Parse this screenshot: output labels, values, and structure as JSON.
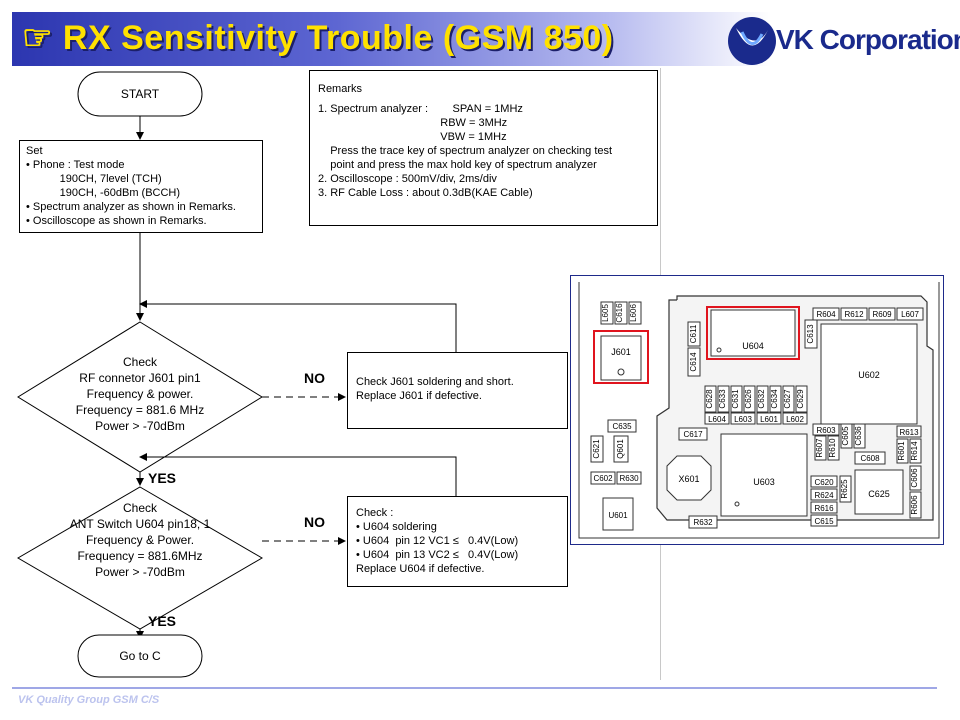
{
  "title": "☞ RX Sensitivity Trouble (GSM 850)",
  "logo_text": "VK Corporation",
  "footer": "VK Quality Group GSM C/S",
  "flow": {
    "start": "START",
    "set_lines": [
      "Set",
      "• Phone : Test mode",
      "           190CH, 7level (TCH)",
      "           190CH, -60dBm (BCCH)",
      "• Spectrum analyzer as shown in Remarks.",
      "• Oscilloscope as shown in Remarks."
    ],
    "decision1": [
      "Check",
      "RF connetor J601 pin1",
      "Frequency & power.",
      "Frequency = 881.6 MHz",
      "Power > -70dBm"
    ],
    "decision2": [
      "Check",
      "ANT Switch U604 pin18, 1",
      "Frequency & Power.",
      "Frequency = 881.6MHz",
      "Power > -70dBm"
    ],
    "no_label": "NO",
    "yes_label": "YES",
    "check1_lines": [
      "Check J601 soldering and short.",
      "Replace J601 if defective."
    ],
    "check2_lines": [
      "Check :",
      "• U604 soldering",
      "• U604  pin 12 VC1 ≤   0.4V(Low)",
      "• U604  pin 13 VC2 ≤   0.4V(Low)",
      "Replace U604 if defective."
    ],
    "end": "Go to C"
  },
  "remarks": {
    "lines": [
      "Remarks",
      "",
      "1. Spectrum analyzer :        SPAN = 1MHz",
      "                                        RBW = 3MHz",
      "                                        VBW = 1MHz",
      "    Press the trace key of spectrum analyzer on checking test",
      "    point and press the max hold key of spectrum analyzer",
      "2. Oscilloscope : 500mV/div, 2ms/div",
      "3. RF Cable Loss : about 0.3dB(KAE Cable)"
    ]
  },
  "pcb_labels": {
    "top_caps": [
      "L605",
      "C616",
      "L606"
    ],
    "j601": "J601",
    "c614": "C614",
    "c611": "C611",
    "u604": "U604",
    "c613": "C613",
    "top_right": [
      "R604",
      "R612",
      "R609",
      "L607"
    ],
    "u602": "U602",
    "mid_row": [
      "C628",
      "C633",
      "C631",
      "C626",
      "C632",
      "C634",
      "C627",
      "C629"
    ],
    "mid_row2": [
      "L604",
      "L603",
      "L601",
      "L602"
    ],
    "c635": "C635",
    "c617": "C617",
    "c621": "C621",
    "q601": "Q601",
    "x601": "X601",
    "u603": "U603",
    "r607": "R607",
    "r610": "R610",
    "r603": "R603",
    "c605": "C605",
    "c636": "C636",
    "r613": "R613",
    "r601": "R601",
    "r614": "R614",
    "c608": "C608",
    "c606": "C606",
    "c602": "C602",
    "r630": "R630",
    "u601": "U601",
    "c620": "C620",
    "r624": "R624",
    "r616": "R616",
    "c615": "C615",
    "r625": "R625",
    "c625": "C625",
    "r606": "R606",
    "r632": "R632"
  },
  "colors": {
    "title_text": "#ffe100",
    "highlight": "#e0141e",
    "logo_blue": "#1a2a8c"
  }
}
